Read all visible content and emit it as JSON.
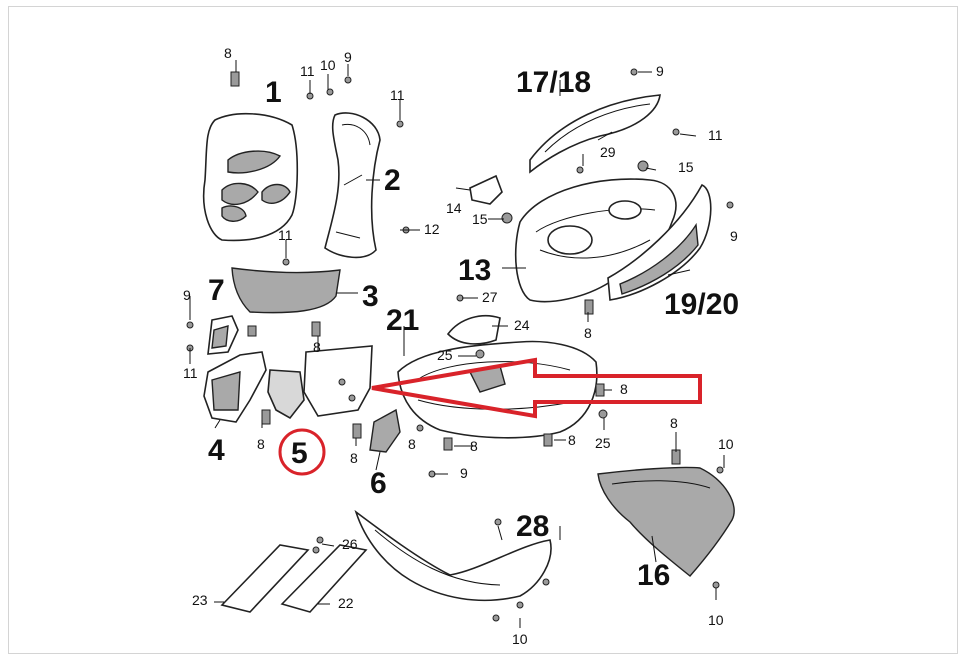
{
  "part_labels": {
    "p1": "1",
    "p2": "2",
    "p3": "3",
    "p4": "4",
    "p5": "5",
    "p6": "6",
    "p7": "7",
    "p13": "13",
    "p16": "16",
    "p1718": "17/18",
    "p1920": "19/20",
    "p21": "21",
    "p28": "28"
  },
  "small_labels": {
    "s8a": "8",
    "s9a": "9",
    "s10a": "10",
    "s11a": "11",
    "s11b": "11",
    "s12": "12",
    "s11c": "11",
    "s9b": "9",
    "s8b": "8",
    "s11d": "11",
    "s8c": "8",
    "s8d": "8",
    "s8e": "8",
    "s9c": "9",
    "s11e": "11",
    "s29": "29",
    "s15a": "15",
    "s14": "14",
    "s15b": "15",
    "s9d": "9",
    "s27": "27",
    "s24": "24",
    "s25a": "25",
    "s8f": "8",
    "s8g": "8",
    "s25b": "25",
    "s8h": "8",
    "s8i": "8",
    "s8j": "8",
    "s9e": "9",
    "s10b": "10",
    "s26": "26",
    "s23": "23",
    "s22": "22",
    "s10c": "10",
    "s10d": "10"
  },
  "highlight": {
    "color": "#d9232a",
    "circled_part": "5"
  }
}
